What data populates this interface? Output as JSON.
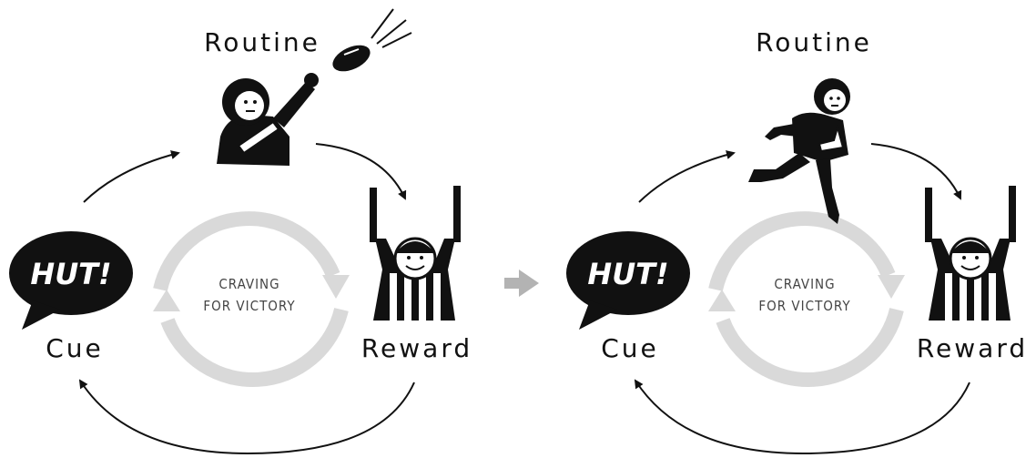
{
  "panels": [
    {
      "routine_label": "Routine",
      "cue_label": "Cue",
      "reward_label": "Reward",
      "cue_speech": "HUT!",
      "craving_line1": "CRAVING",
      "craving_line2": "FOR VICTORY",
      "routine_figure": "player-catching-football"
    },
    {
      "routine_label": "Routine",
      "cue_label": "Cue",
      "reward_label": "Reward",
      "cue_speech": "HUT!",
      "craving_line1": "CRAVING",
      "craving_line2": "FOR VICTORY",
      "routine_figure": "player-running-with-football"
    }
  ],
  "colors": {
    "ink": "#111111",
    "craving_loop": "#d9d9d9",
    "transition_arrow": "#b3b3b3"
  },
  "transition_icon": "right-arrow-icon"
}
